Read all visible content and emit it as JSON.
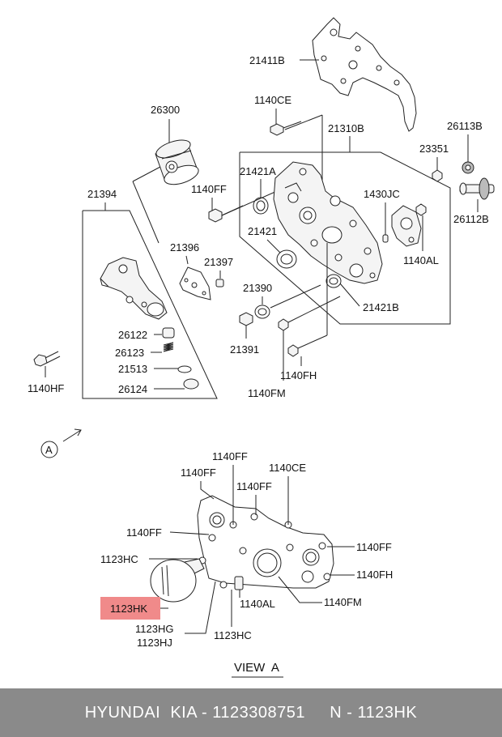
{
  "labels": {
    "p21411B": "21411B",
    "p1140CE_top": "1140CE",
    "p21310B": "21310B",
    "p26113B": "26113B",
    "p26300": "26300",
    "p23351": "23351",
    "p21421A": "21421A",
    "p1140FF_top": "1140FF",
    "p1430JC": "1430JC",
    "p26112B": "26112B",
    "p21394": "21394",
    "p21421": "21421",
    "p1140AL_top": "1140AL",
    "p21396": "21396",
    "p21397": "21397",
    "p21390": "21390",
    "p21421B": "21421B",
    "p26122": "26122",
    "p26123": "26123",
    "p21513": "21513",
    "p26124": "26124",
    "p21391": "21391",
    "p1140FH_top": "1140FH",
    "p1140HF": "1140HF",
    "p1140FM_top": "1140FM",
    "view_marker": "A",
    "a_1140FF_1": "1140FF",
    "a_1140FF_2": "1140FF",
    "a_1140CE": "1140CE",
    "a_1140FF_3": "1140FF",
    "a_1140FF_4": "1140FF",
    "a_1140FF_5": "1140FF",
    "a_1123HC_1": "1123HC",
    "a_1140FH": "1140FH",
    "a_1123HK": "1123HK",
    "a_1140AL": "1140AL",
    "a_1140FM": "1140FM",
    "a_1123HG": "1123HG",
    "a_1123HJ": "1123HJ",
    "a_1123HC_2": "1123HC",
    "view_title": "VIEW  A"
  },
  "highlight_color": "#f08a8a",
  "footer": {
    "text": "HYUNDAI  KIA - 1123308751     N - 1123HK"
  }
}
